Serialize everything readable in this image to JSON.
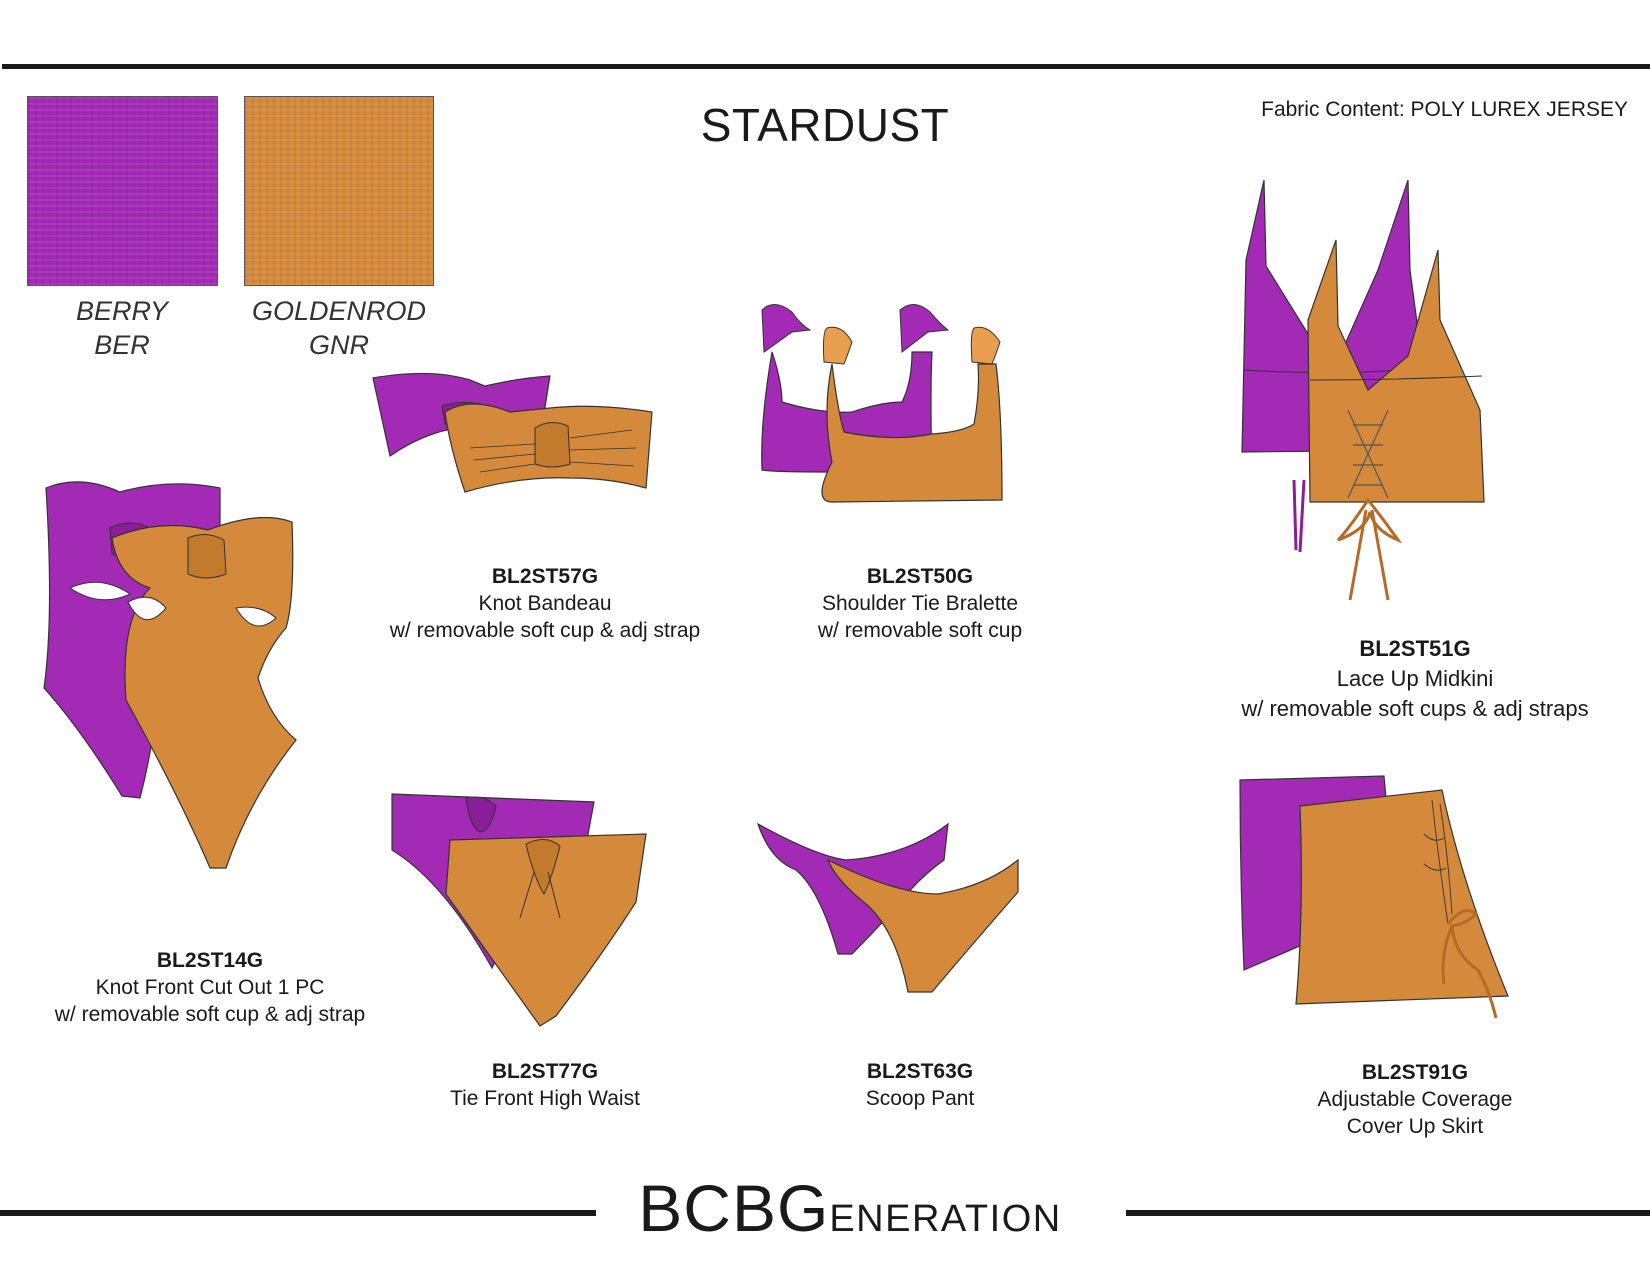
{
  "header": {
    "title": "STARDUST",
    "fabric_content": "Fabric Content: POLY LUREX JERSEY"
  },
  "colors": {
    "berry": "#a22ab4",
    "goldenrod": "#d48a3a"
  },
  "swatches": [
    {
      "name": "BERRY",
      "code": "BER"
    },
    {
      "name": "GOLDENROD",
      "code": "GNR"
    }
  ],
  "styles": [
    {
      "code": "BL2ST57G",
      "name": "Knot Bandeau",
      "detail": "w/ removable soft cup & adj strap"
    },
    {
      "code": "BL2ST50G",
      "name": "Shoulder Tie Bralette",
      "detail": "w/ removable soft cup"
    },
    {
      "code": "BL2ST51G",
      "name": "Lace Up Midkini",
      "detail": "w/ removable soft cups & adj straps"
    },
    {
      "code": "BL2ST14G",
      "name": "Knot Front Cut Out 1 PC",
      "detail": "w/ removable soft cup & adj strap"
    },
    {
      "code": "BL2ST77G",
      "name": "Tie Front High Waist",
      "detail": ""
    },
    {
      "code": "BL2ST63G",
      "name": "Scoop Pant",
      "detail": ""
    },
    {
      "code": "BL2ST91G",
      "name": "Adjustable Coverage",
      "detail": "Cover Up Skirt"
    }
  ],
  "footer": {
    "brand_initial": "BCBG",
    "brand_rest": "ENERATION"
  }
}
